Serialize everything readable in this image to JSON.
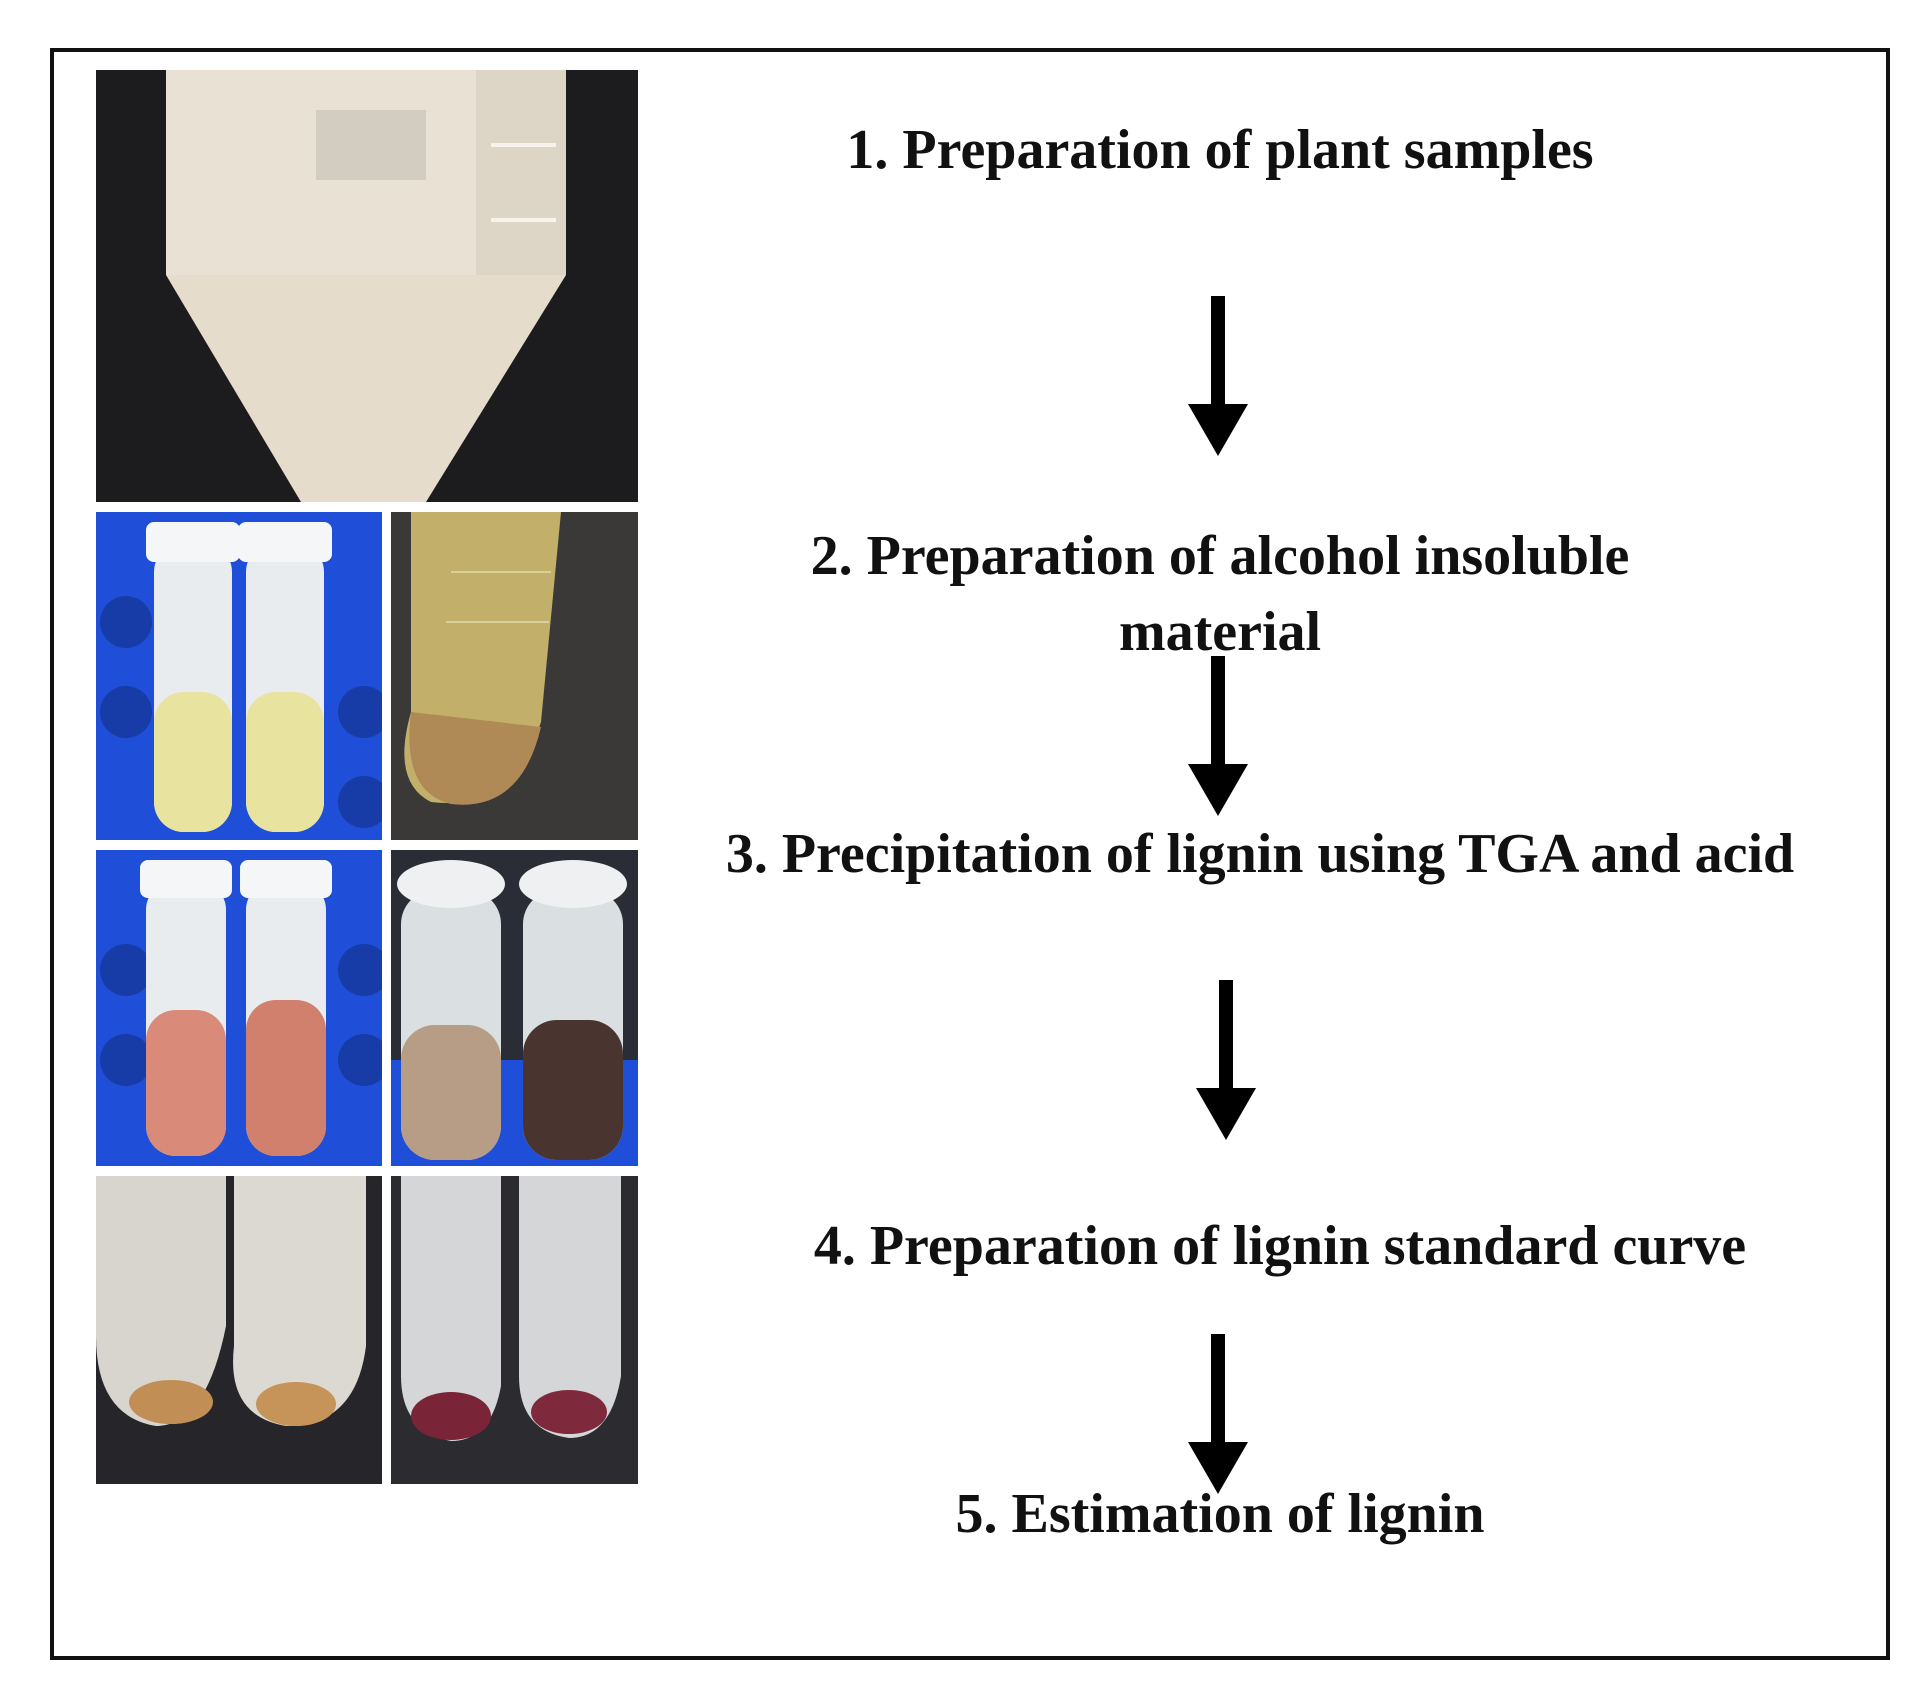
{
  "steps": [
    {
      "label": "1. Preparation of plant samples"
    },
    {
      "label": "2. Preparation of alcohol insoluble material"
    },
    {
      "label": "3. Precipitation of lignin using TGA and acid"
    },
    {
      "label": "4. Preparation of lignin standard curve"
    },
    {
      "label": "5. Estimation of lignin"
    }
  ],
  "photos": [
    {
      "icon": "conical-tube-powder-photo",
      "colors": {
        "background": "#1c1c1e",
        "sample": "#e6dccb"
      }
    },
    {
      "icon": "yellow-tubes-in-blue-rack-photo",
      "colors": {
        "rack": "#1f4fd8",
        "liquid": "#e9e3a0"
      }
    },
    {
      "icon": "tube-with-brown-pellet-photo",
      "colors": {
        "liquid": "#c2b06a",
        "pellet": "#b08a56"
      }
    },
    {
      "icon": "red-tubes-in-blue-rack-photo",
      "colors": {
        "rack": "#1f4fd8",
        "liquid": "#d98a78"
      }
    },
    {
      "icon": "brown-tubes-in-blue-rack-photo",
      "colors": {
        "rack": "#1f4fd8",
        "liquid": "#4a3430"
      }
    },
    {
      "icon": "tubes-with-tan-pellet-photo",
      "colors": {
        "pellet": "#c18f56"
      }
    },
    {
      "icon": "tubes-with-purple-pellet-photo",
      "colors": {
        "pellet": "#7a2437"
      }
    }
  ],
  "colors": {
    "text": "#111111",
    "arrow": "#000000",
    "frame": "#111111"
  }
}
